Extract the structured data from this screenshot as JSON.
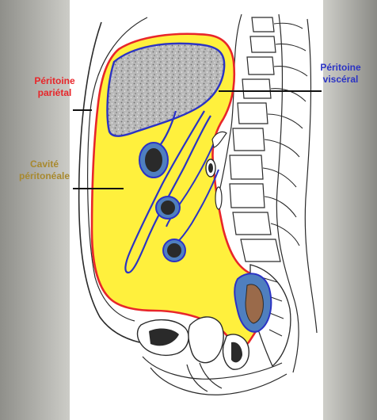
{
  "labels": {
    "parietal": {
      "line1": "Péritoine",
      "line2": "pariétal"
    },
    "visceral": {
      "line1": "Péritoine",
      "line2": "viscéral"
    },
    "cavite": {
      "line1": "Cavité",
      "line2": "péritonéale"
    }
  },
  "colors": {
    "parietal": "#e8262a",
    "visceral": "#2b33c4",
    "cavite": "#a8892e",
    "cavity_fill": "#fff03d",
    "membrane_blue": "#4f7fbf",
    "outline": "#2a2a2a",
    "side_band": "#a9a9a3"
  }
}
